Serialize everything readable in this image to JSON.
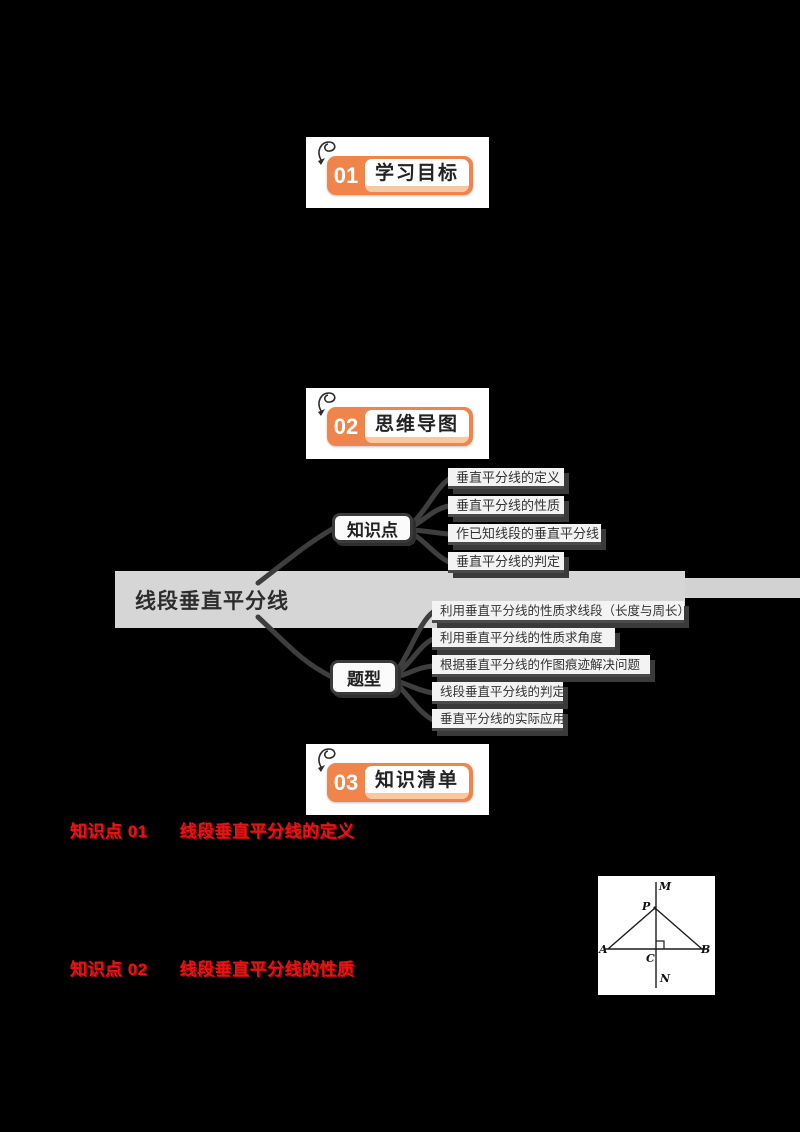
{
  "sections": [
    {
      "num": "01",
      "label": "学习目标"
    },
    {
      "num": "02",
      "label": "思维导图"
    },
    {
      "num": "03",
      "label": "知识清单"
    }
  ],
  "mindmap": {
    "root": "线段垂直平分线",
    "branches": [
      {
        "label": "知识点",
        "children": [
          "垂直平分线的定义",
          "垂直平分线的性质",
          "作已知线段的垂直平分线",
          "垂直平分线的判定"
        ]
      },
      {
        "label": "题型",
        "children": [
          "利用垂直平分线的性质求线段（长度与周长）",
          "利用垂直平分线的性质求角度",
          "根据垂直平分线的作图痕迹解决问题",
          "线段垂直平分线的判定",
          "垂直平分线的实际应用"
        ]
      }
    ]
  },
  "knowledge_points": [
    {
      "id": "知识点 01",
      "title": "线段垂直平分线的定义"
    },
    {
      "id": "知识点 02",
      "title": "线段垂直平分线的性质"
    }
  ],
  "figure": {
    "labels": {
      "M": "M",
      "P": "P",
      "A": "A",
      "B": "B",
      "C": "C",
      "N": "N"
    }
  },
  "colors": {
    "accent_orange": "#ef854a",
    "accent_orange_light": "#f7c9a1",
    "heading_red": "#e01616",
    "root_node_gray": "#d6d6d6",
    "connector_gray": "#3e3e3e",
    "page_background": "#000000"
  }
}
